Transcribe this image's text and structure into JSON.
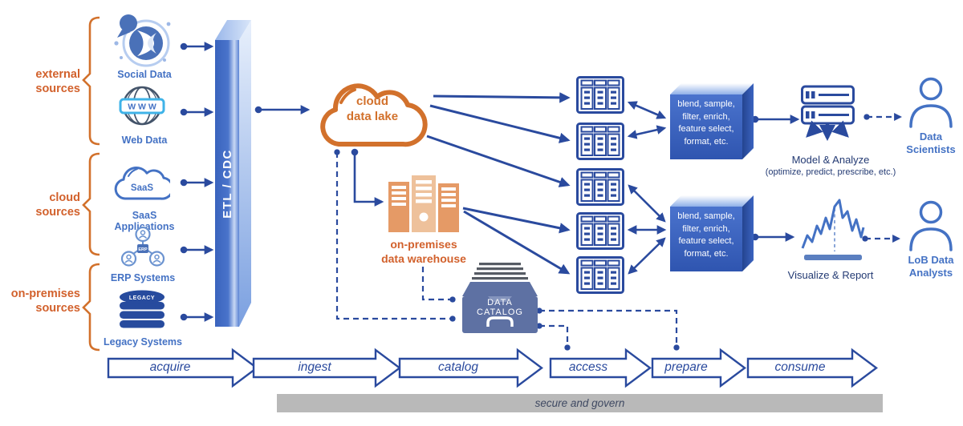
{
  "source_groups": [
    {
      "label": "external sources"
    },
    {
      "label": "cloud sources"
    },
    {
      "label": "on-premises sources"
    }
  ],
  "sources": [
    {
      "label": "Social Data"
    },
    {
      "label": "Web Data"
    },
    {
      "label": "SaaS Applications"
    },
    {
      "label": "ERP Systems"
    },
    {
      "label": "Legacy Systems"
    }
  ],
  "icon_text": {
    "web_badge": "W W W",
    "saas_cloud": "SaaS",
    "erp_hub": "ERP",
    "legacy_disk": "LEGACY"
  },
  "etl": {
    "label": "ETL / CDC"
  },
  "cloud_lake": {
    "label": "cloud data lake"
  },
  "warehouse": {
    "label": "on-premises data warehouse"
  },
  "catalog": {
    "label": "DATA CATALOG"
  },
  "prepare_box": {
    "lines": [
      "blend, sample,",
      "filter, enrich,",
      "feature select,",
      "format, etc."
    ]
  },
  "model_analyze": {
    "title": "Model & Analyze",
    "subtitle": "(optimize, predict, prescribe, etc.)"
  },
  "visualize": {
    "title": "Visualize & Report"
  },
  "consumers": [
    {
      "label": "Data Scientists"
    },
    {
      "label": "LoB Data Analysts"
    }
  ],
  "process_steps": [
    "acquire",
    "ingest",
    "catalog",
    "access",
    "prepare",
    "consume"
  ],
  "secure_bar": {
    "label": "secure and govern"
  },
  "colors": {
    "arrow_navy": "#2a4a9e",
    "label_blue": "#4472c4",
    "accent_orange": "#d2712c",
    "secure_gray": "#b9b9b9"
  }
}
